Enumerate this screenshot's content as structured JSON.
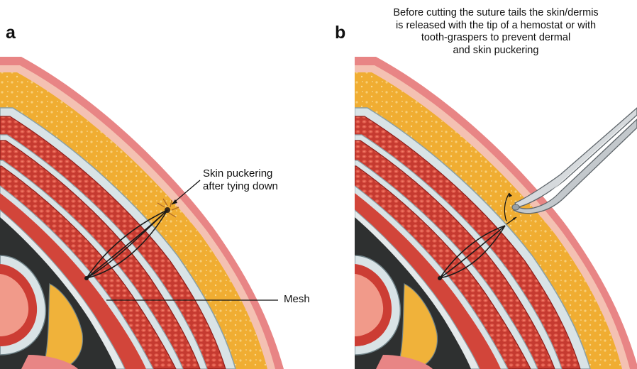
{
  "panels": [
    {
      "letter": "a",
      "annotations": {
        "puckering": [
          "Skin puckering",
          "after tying down"
        ],
        "mesh": "Mesh"
      }
    },
    {
      "letter": "b",
      "caption": [
        "Before cutting the suture tails the skin/dermis",
        "is released with the tip of a hemostat or with",
        "tooth-graspers to prevent dermal",
        "and skin puckering"
      ]
    }
  ],
  "colors": {
    "skin": "#e07a78",
    "skin_light": "#f2b6a8",
    "fat": "#f2b33a",
    "fascia": "#dfe6e8",
    "muscle": "#c9342e",
    "muscle_dark": "#8f1e1a",
    "viscera_dark": "#2b2b2b",
    "instrument": "#b9bfc4"
  }
}
